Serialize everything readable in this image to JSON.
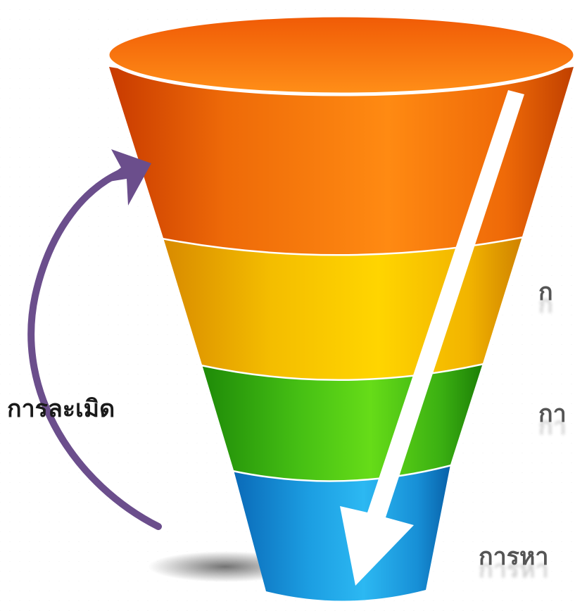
{
  "diagram": {
    "left_label": "การละเมิด",
    "right_labels": [
      "ก",
      "กา",
      "การหา"
    ],
    "colors": {
      "orange": "#f47a0c",
      "yellow": "#f5c200",
      "green": "#4fc41a",
      "blue": "#1aa0e0",
      "purple_arrow": "#6b4e8c",
      "white_arrow": "#ffffff"
    }
  }
}
